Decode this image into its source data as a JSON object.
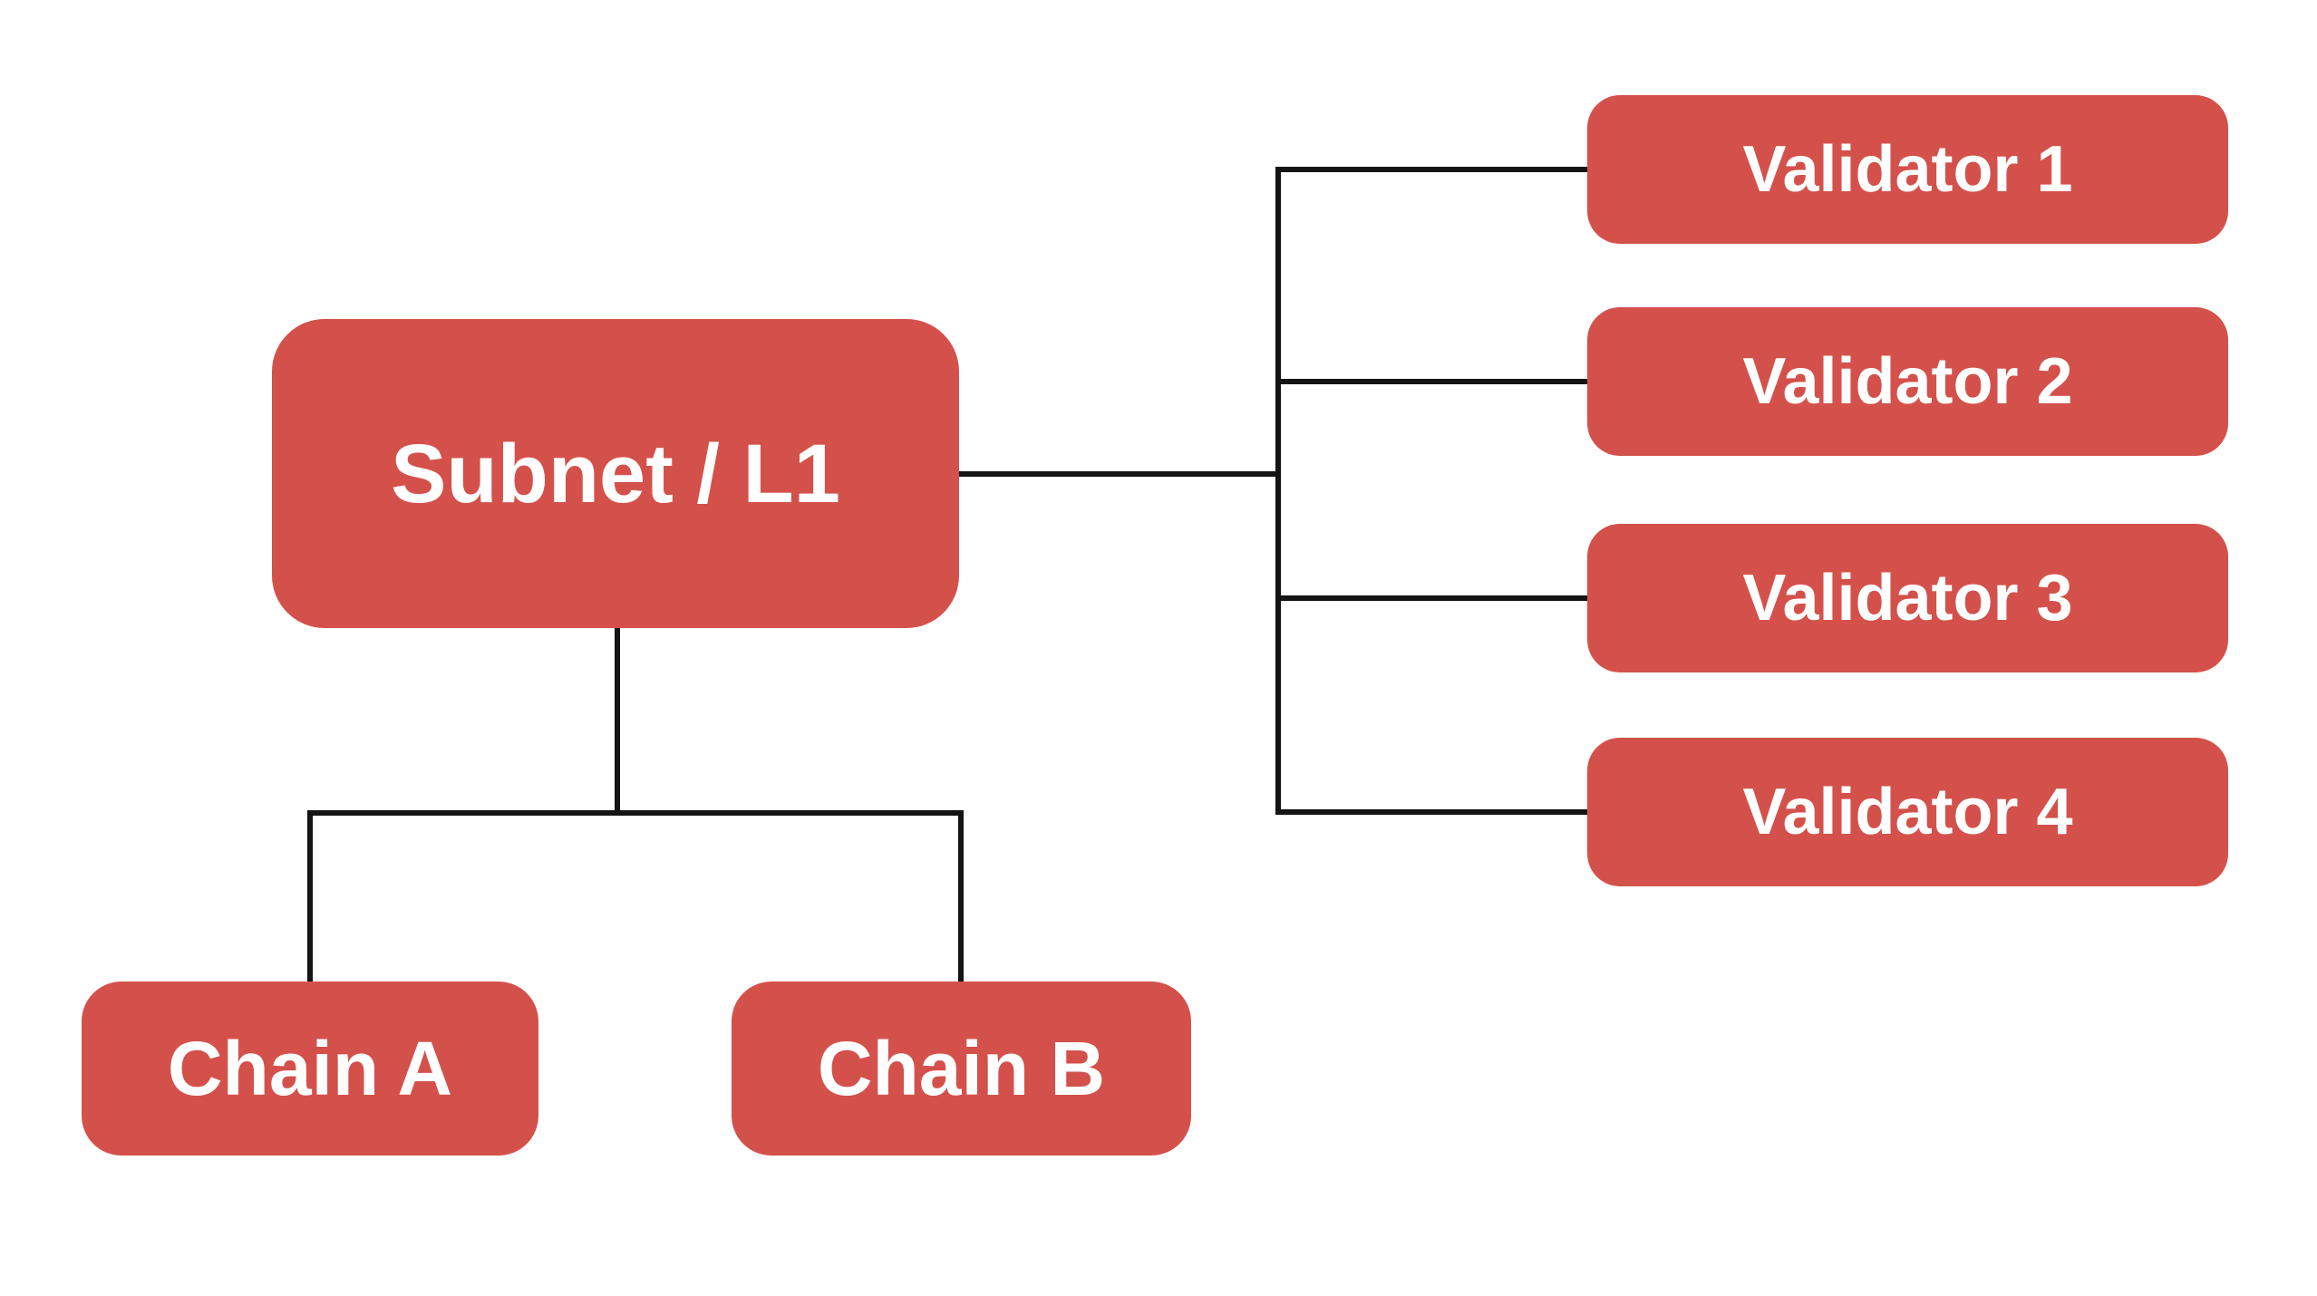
{
  "diagram": {
    "type": "hierarchy-diagram",
    "colors": {
      "node_fill": "#d4514b",
      "label_text": "#ffffff",
      "connector": "#141414",
      "background": "#ffffff"
    },
    "nodes": {
      "subnet": {
        "label": "Subnet / L1"
      },
      "validator1": {
        "label": "Validator 1"
      },
      "validator2": {
        "label": "Validator 2"
      },
      "validator3": {
        "label": "Validator 3"
      },
      "validator4": {
        "label": "Validator 4"
      },
      "chainA": {
        "label": "Chain A"
      },
      "chainB": {
        "label": "Chain B"
      }
    },
    "edges": [
      {
        "from": "Subnet / L1",
        "to": "Validator 1"
      },
      {
        "from": "Subnet / L1",
        "to": "Validator 2"
      },
      {
        "from": "Subnet / L1",
        "to": "Validator 3"
      },
      {
        "from": "Subnet / L1",
        "to": "Validator 4"
      },
      {
        "from": "Subnet / L1",
        "to": "Chain A"
      },
      {
        "from": "Subnet / L1",
        "to": "Chain B"
      }
    ]
  }
}
